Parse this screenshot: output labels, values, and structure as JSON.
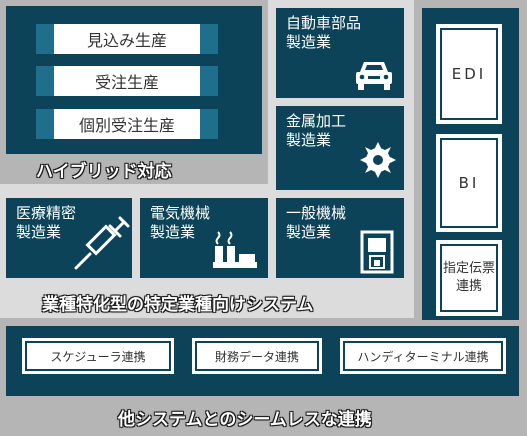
{
  "hybrid": {
    "items": [
      "見込み生産",
      "受注生産",
      "個別受注生産"
    ],
    "caption": "ハイブリッド対応"
  },
  "industries": {
    "automotive": "自動車部品\n製造業",
    "metal": "金属加工\n製造業",
    "medical": "医療精密\n製造業",
    "electrical": "電気機械\n製造業",
    "machinery": "一般機械\n製造業",
    "caption": "業種特化型の特定業種向けシステム"
  },
  "right_boxes": {
    "edi": "EDI",
    "bi": "BI",
    "designated_slip": "指定伝票\n連携"
  },
  "integrations": {
    "items": [
      "スケジューラ連携",
      "財務データ連携",
      "ハンディターミナル連携"
    ],
    "caption": "他システムとのシームレスな連携"
  },
  "icons": {
    "automotive": "car-icon",
    "metal": "gear-icon",
    "medical": "syringe-icon",
    "electrical": "factory-icon",
    "machinery": "machine-icon"
  },
  "colors": {
    "navy": "#0d4358",
    "accent_blue": "#1f6f8c",
    "grey": "#b5b5b5"
  }
}
